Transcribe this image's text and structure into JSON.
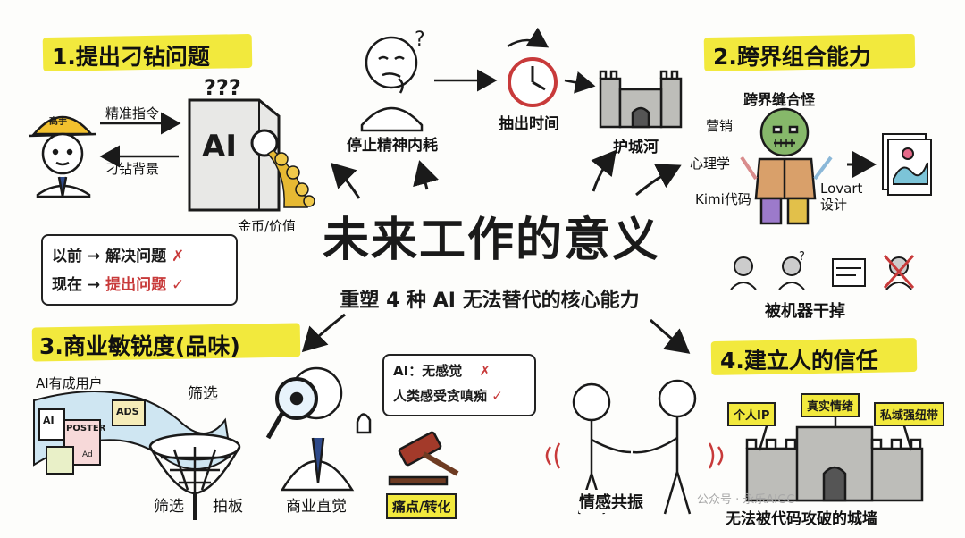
{
  "title": "未来工作的意义",
  "subtitle": "重塑 4 种 AI 无法替代的核心能力",
  "section1": {
    "heading": "1.提出刁钻问题",
    "worker_helmet": "高手",
    "arrow_to_ai": "精准指令",
    "arrow_from_ai": "刁钻背景",
    "machine_label": "AI",
    "question_marks": "???",
    "coins_label": "金币/价值",
    "compare": {
      "before_label": "以前 → 解决问题",
      "before_mark": "✗",
      "now_label_prefix": "现在 → ",
      "now_label_highlight": "提出问题",
      "now_mark": "✓"
    }
  },
  "center_top": {
    "thinker_label": "停止精神内耗",
    "thinker_mark": "?",
    "clock_label": "抽出时间",
    "castle_label": "护城河"
  },
  "section2": {
    "heading": "2.跨界组合能力",
    "monster_title": "跨界缝合怪",
    "part_marketing": "营销",
    "part_psychology": "心理学",
    "part_kimi": "Kimi代码",
    "part_lovart": "Lovart\n设计",
    "replaced_label": "被机器干掉",
    "replaced_mark": "?"
  },
  "section3": {
    "heading": "3.商业敏锐度(品味)",
    "users_label": "AI有成用户",
    "filter_label": "筛选",
    "filter_bottom": "筛选",
    "decide_label": "拍板",
    "intuition_label": "商业直觉",
    "poster_ai": "AI",
    "poster_title": "POSTER",
    "poster_ad": "Ad",
    "poster_ads": "ADS",
    "speech_ai": "AI：无感觉",
    "speech_ai_mark": "✗",
    "speech_human": "人类感受贪嗔痴",
    "speech_human_mark": "✓",
    "gavel_label": "痛点/转化"
  },
  "section4": {
    "heading": "4.建立人的信任",
    "handshake_label": "情感共振",
    "flag_ip": "个人IP",
    "flag_emotion": "真实情绪",
    "flag_private": "私域强纽带",
    "wall_label": "无法被代码攻破的城墙"
  },
  "watermark": "公众号 · 永乐AIGC",
  "colors": {
    "highlight": "#f2e93d",
    "red_mark": "#c83a3a",
    "ink": "#1a1a1a",
    "stone": "#a9a9a6",
    "coin": "#e6b933"
  }
}
